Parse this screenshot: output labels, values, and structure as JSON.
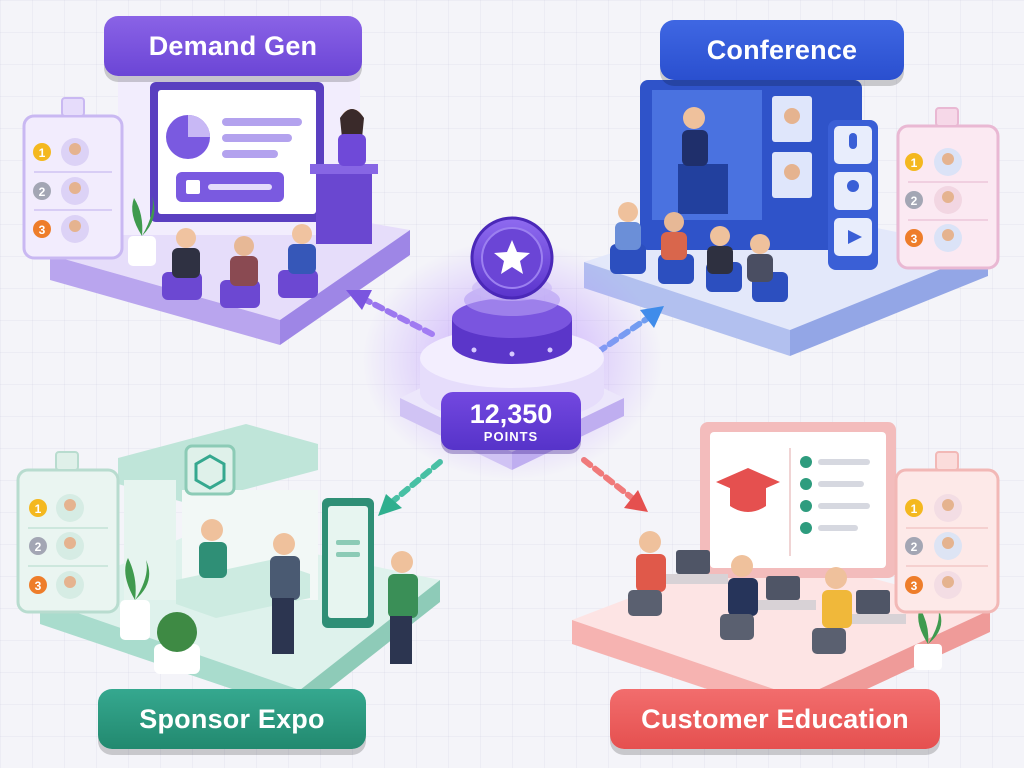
{
  "zones": {
    "demand_gen": {
      "label": "Demand Gen",
      "color": "#7a55df"
    },
    "conference": {
      "label": "Conference",
      "color": "#3559d8"
    },
    "sponsor_expo": {
      "label": "Sponsor Expo",
      "color": "#2f9c83"
    },
    "customer_education": {
      "label": "Customer Education",
      "color": "#ee5f5e"
    }
  },
  "leaderboard_ranks": [
    "1",
    "2",
    "3"
  ],
  "score": {
    "value": "12,350",
    "label": "POINTS"
  }
}
